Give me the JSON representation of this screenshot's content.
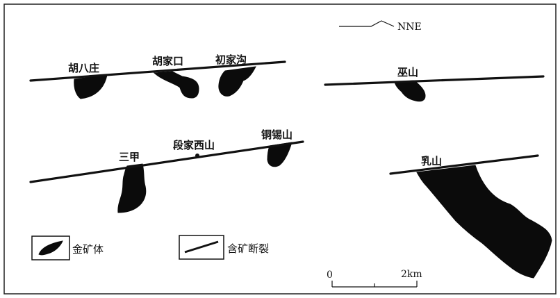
{
  "labels": {
    "huba_zhuang": "胡八庄",
    "hujia_kou": "胡家口",
    "chujia_gou": "初家沟",
    "wu_shan": "巫山",
    "san_jia": "三甲",
    "duanjia_xishan": "段家西山",
    "tongxi_shan": "铜锡山",
    "ru_shan": "乳山"
  },
  "direction": {
    "label": "NNE"
  },
  "legend": {
    "gold_orebody": "金矿体",
    "ore_bearing_fault": "含矿断裂"
  },
  "scale_bar": {
    "start": "0",
    "end": "2km"
  }
}
